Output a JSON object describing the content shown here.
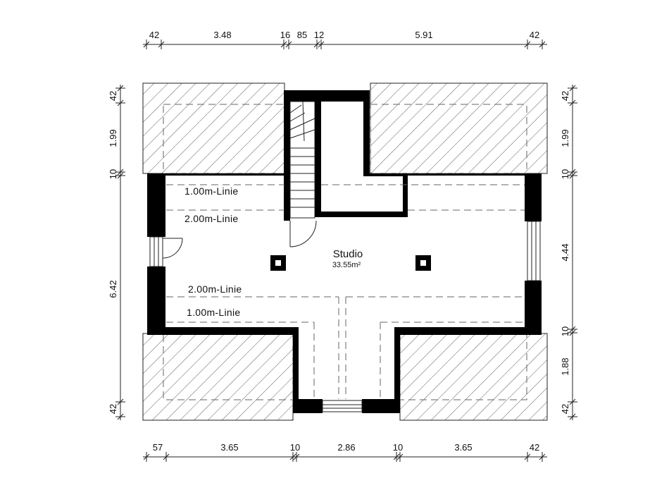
{
  "room": {
    "name": "Studio",
    "area": "33.55m²"
  },
  "lines": {
    "upper_1m": "1.00m-Linie",
    "upper_2m": "2.00m-Linie",
    "lower_2m": "2.00m-Linie",
    "lower_1m": "1.00m-Linie"
  },
  "dimensions": {
    "top": [
      "42",
      "3.48",
      "16",
      "85",
      "12",
      "5.91",
      "42"
    ],
    "bottom": [
      "57",
      "3.65",
      "10",
      "2.86",
      "10",
      "3.65",
      "42"
    ],
    "left": [
      "42",
      "1.99",
      "10",
      "6.42",
      "42"
    ],
    "right": [
      "42",
      "1.99",
      "10",
      "4.44",
      "10",
      "1.88",
      "42"
    ]
  }
}
